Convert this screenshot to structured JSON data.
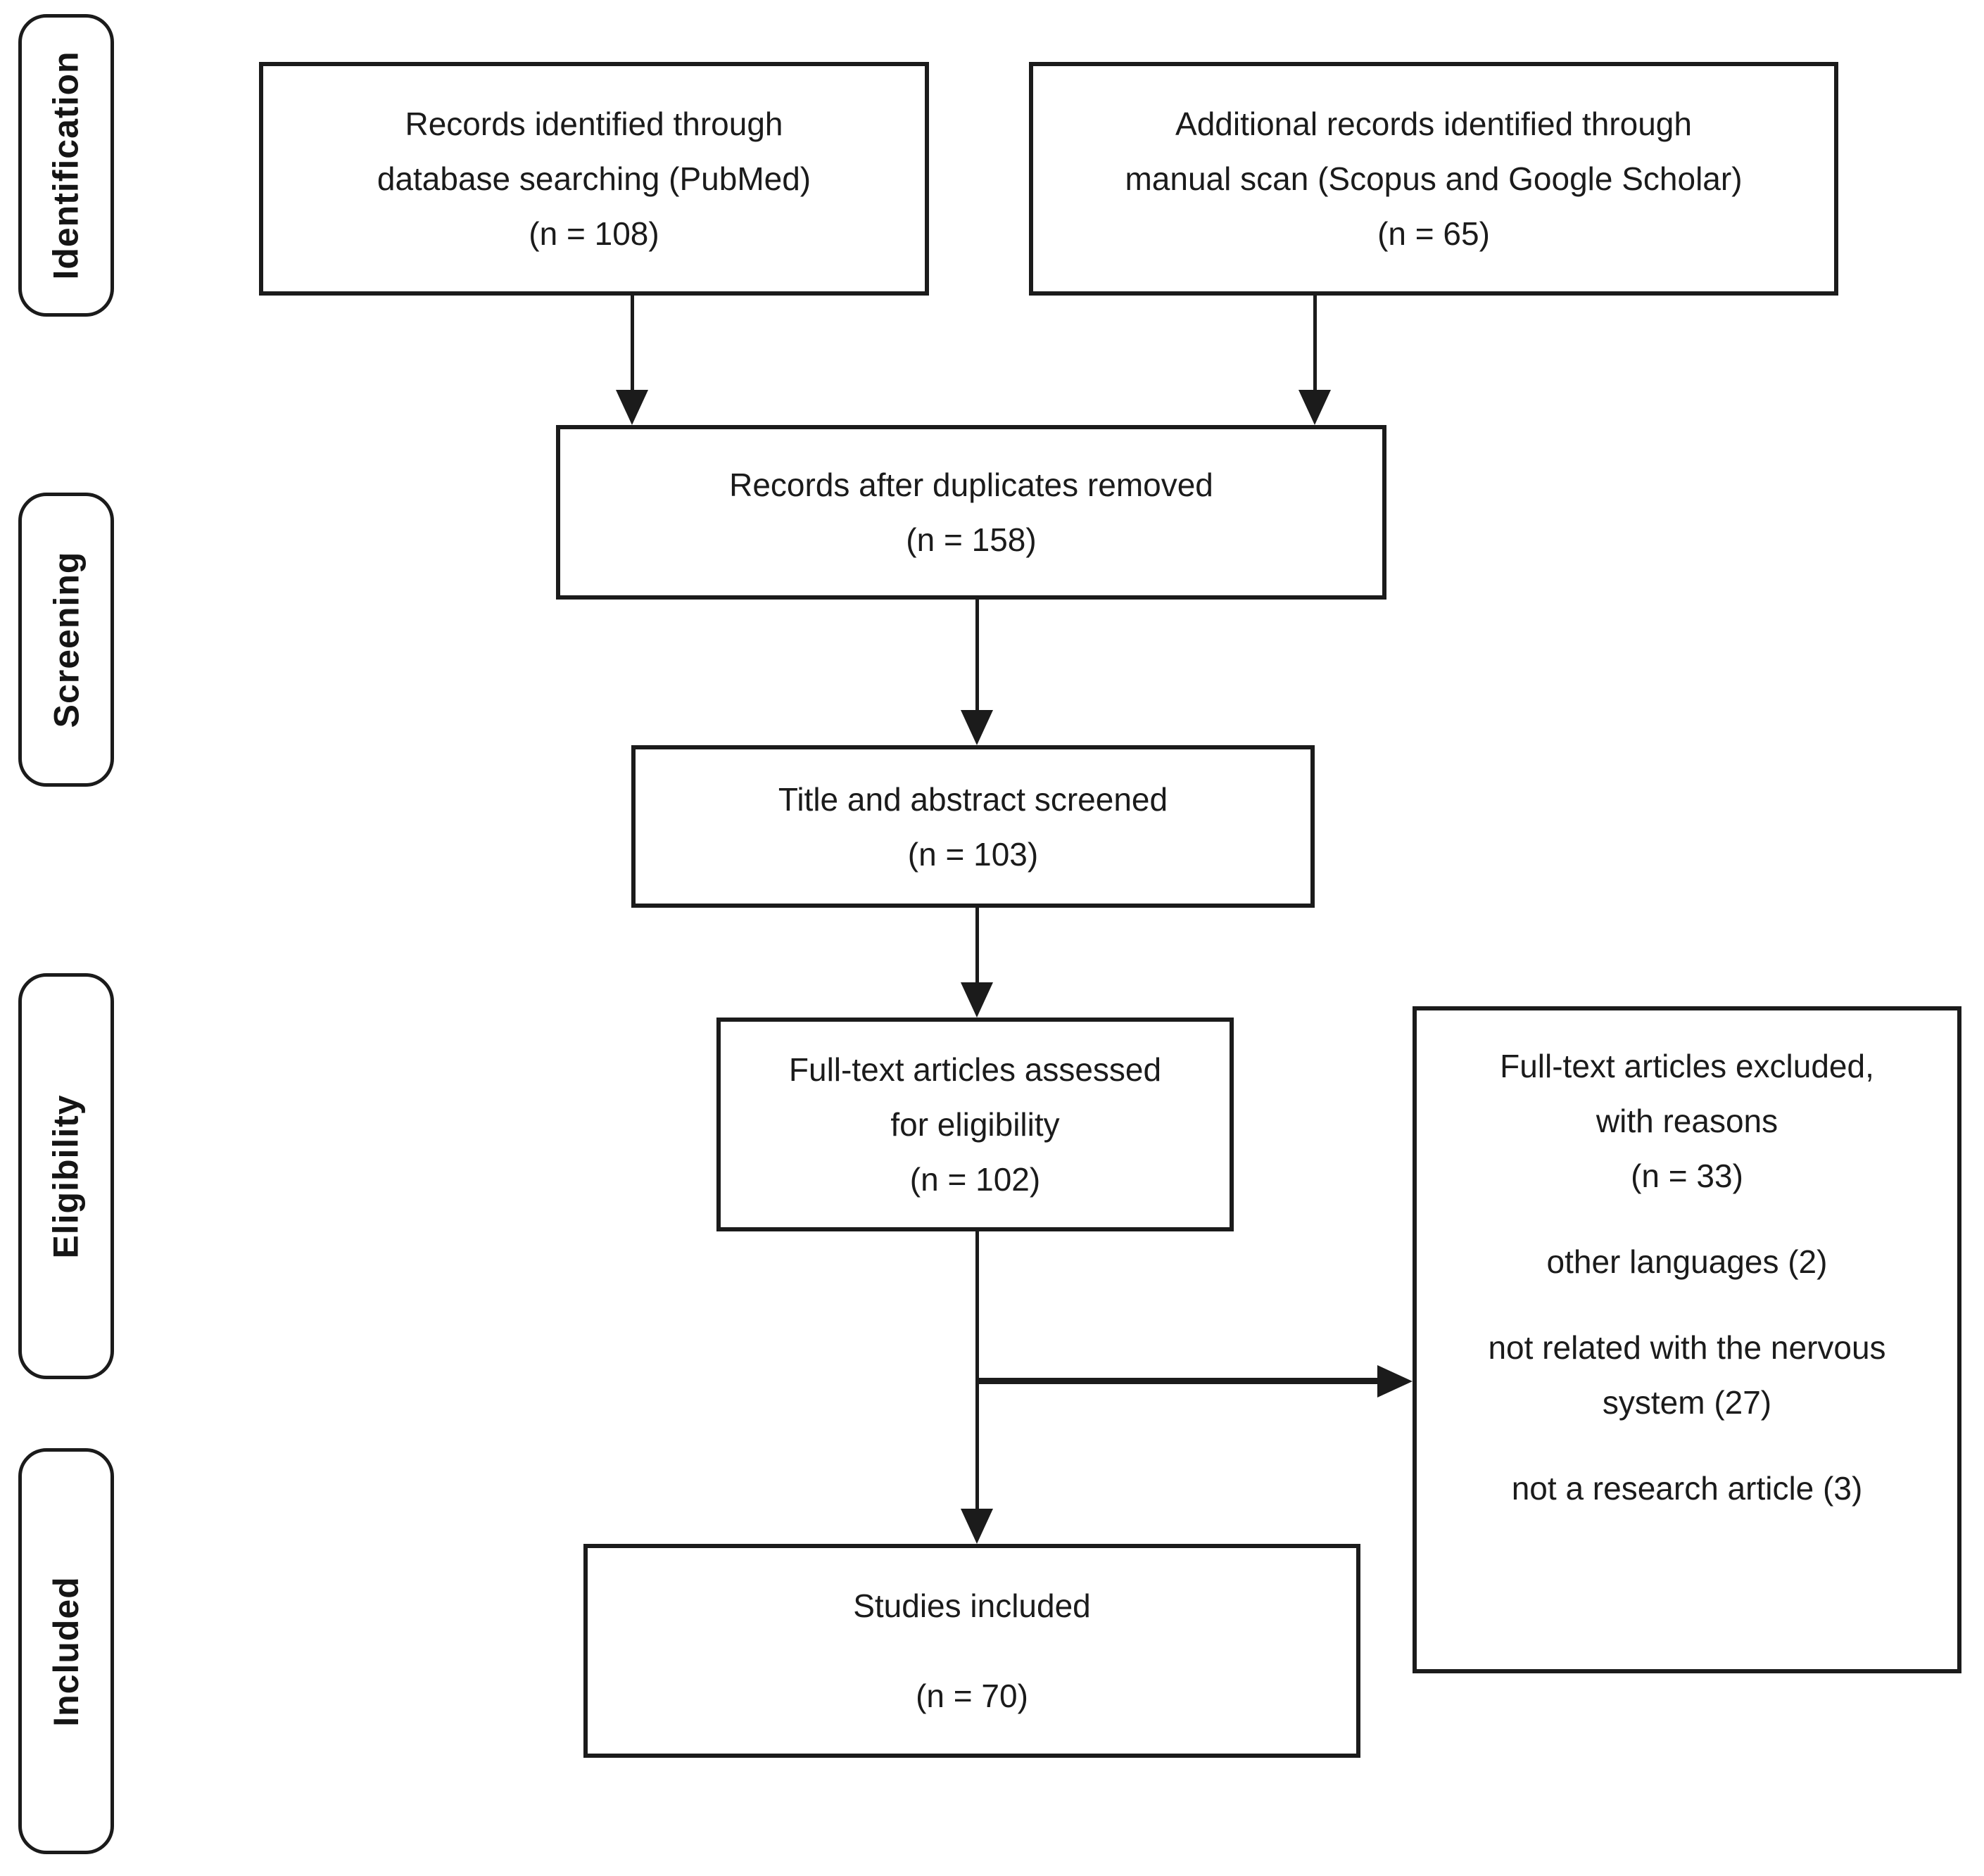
{
  "colors": {
    "ink": "#1b1b1b",
    "background": "#ffffff"
  },
  "stages": [
    {
      "label": "Identification"
    },
    {
      "label": "Screening"
    },
    {
      "label": "Eligibility"
    },
    {
      "label": "Included"
    }
  ],
  "nodes": [
    {
      "id": "records-identified",
      "lines": [
        "Records identified through",
        "database searching (PubMed)",
        "(n = 108)"
      ]
    },
    {
      "id": "additional-records",
      "lines": [
        "Additional records identified through",
        "manual scan (Scopus and Google Scholar)",
        "(n = 65)"
      ]
    },
    {
      "id": "duplicates-removed",
      "lines": [
        "Records after duplicates removed",
        "(n = 158)"
      ]
    },
    {
      "id": "title-abstract-screened",
      "lines": [
        "Title and abstract screened",
        "(n = 103)"
      ]
    },
    {
      "id": "fulltext-assessed",
      "lines": [
        "Full-text articles assessed",
        "for eligibility",
        "(n = 102)"
      ]
    },
    {
      "id": "fulltext-excluded",
      "groups": [
        [
          "Full-text articles excluded,",
          "with reasons",
          "(n = 33)"
        ],
        [
          "other languages (2)"
        ],
        [
          "not related with the nervous",
          "system (27)"
        ],
        [
          "not a research article (3)"
        ]
      ]
    },
    {
      "id": "studies-included",
      "groups": [
        [
          "Studies included"
        ],
        [
          "(n = 70)"
        ]
      ]
    }
  ]
}
